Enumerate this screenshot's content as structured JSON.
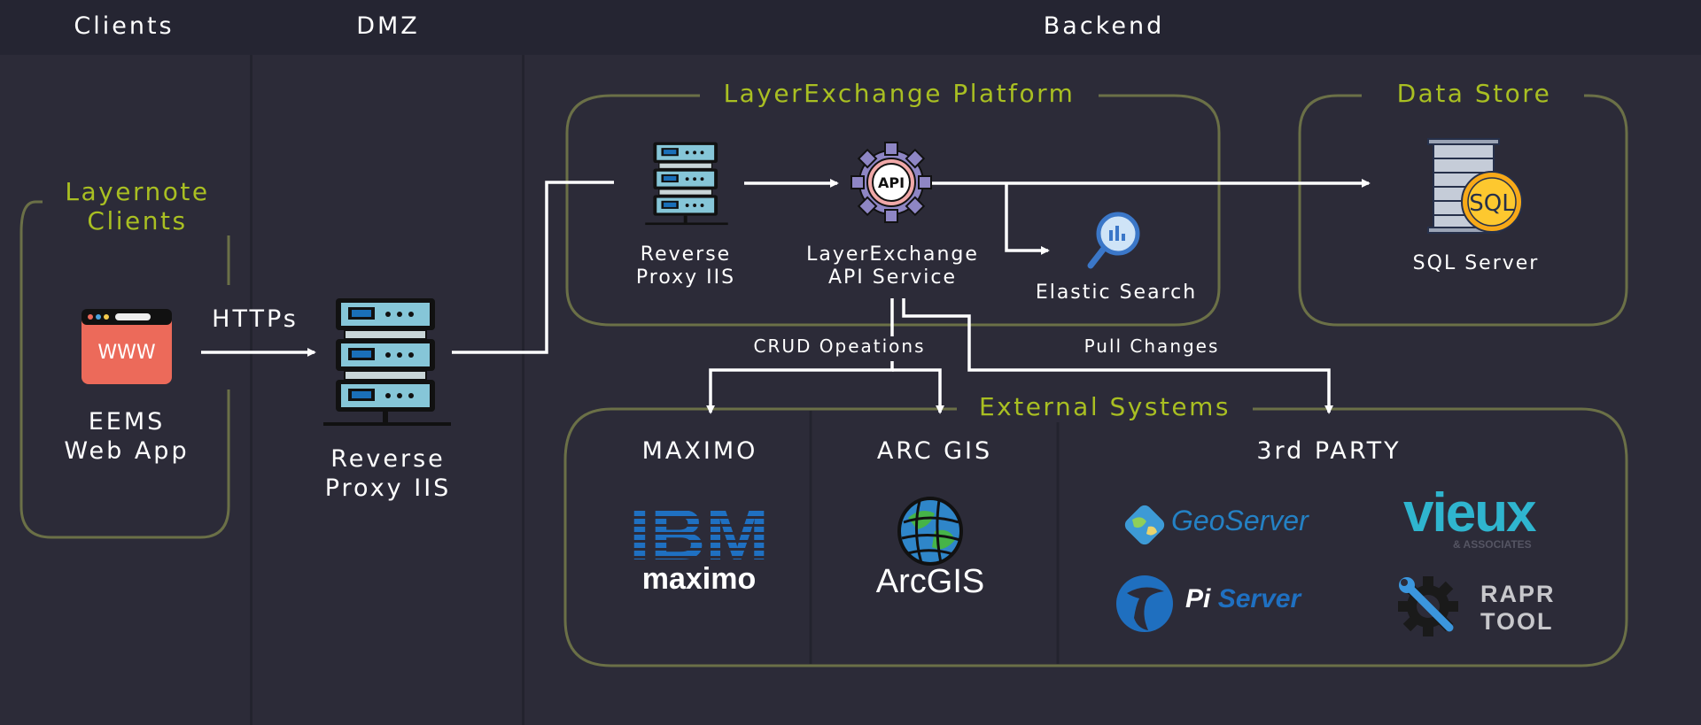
{
  "zones": [
    {
      "name": "Clients"
    },
    {
      "name": "DMZ"
    },
    {
      "name": "Backend"
    }
  ],
  "groups": {
    "layernote_clients": "Layernote\nClients",
    "layernote_line1": "Layernote",
    "layernote_line2": "Clients",
    "platform": "LayerExchange Platform",
    "data_store": "Data Store",
    "external_systems": "External Systems"
  },
  "nodes": {
    "eems_line1": "EEMS",
    "eems_line2": "Web App",
    "dmz_proxy_line1": "Reverse",
    "dmz_proxy_line2": "Proxy IIS",
    "platform_proxy_line1": "Reverse",
    "platform_proxy_line2": "Proxy IIS",
    "api_line1": "LayerExchange",
    "api_line2": "API Service",
    "elastic": "Elastic Search",
    "sql": "SQL Server"
  },
  "edges": {
    "https": "HTTPs",
    "crud": "CRUD Opeations",
    "pull": "Pull Changes"
  },
  "external": {
    "maximo": {
      "title": "MAXIMO",
      "logo_top": "IBM",
      "logo_bottom": "maximo"
    },
    "arcgis": {
      "title": "ARC GIS",
      "logo": "ArcGIS"
    },
    "third_party": {
      "title": "3rd PARTY",
      "geoserver": "GeoServer",
      "pi_prefix": "Pi",
      "pi_suffix": "Server",
      "vieux": "vieux",
      "vieux_sub": "& ASSOCIATES",
      "rapr_line1": "RAPR",
      "rapr_line2": "TOOL"
    }
  },
  "icons": {
    "www_text": "WWW",
    "api_text": "API",
    "sql_text": "SQL"
  },
  "colors": {
    "background": "#2c2b38",
    "header": "#252532",
    "accent": "#a9bf22",
    "group_border": "#6b7047",
    "connector": "#ffffff"
  }
}
